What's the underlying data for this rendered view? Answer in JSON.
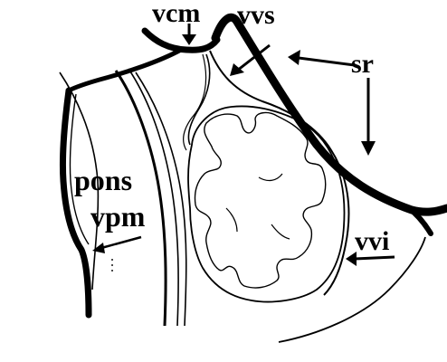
{
  "diagram": {
    "labels": {
      "vcm": "vcm",
      "vvs": "vvs",
      "sr": "sr",
      "pons": "pons",
      "vpm": "vpm",
      "vvi": "vvi"
    },
    "colors": {
      "ink": "#000000",
      "background": "#ffffff"
    }
  }
}
